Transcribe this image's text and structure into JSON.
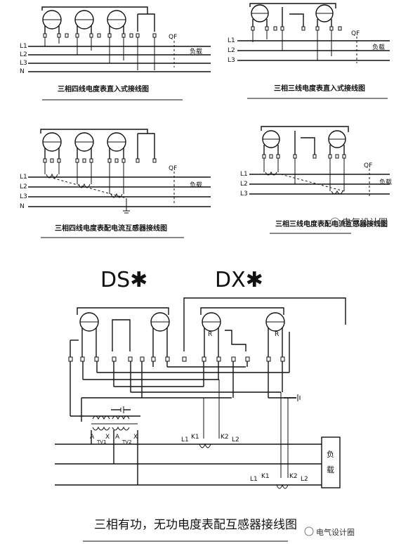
{
  "diagrams": [
    {
      "caption": "三相四线电度表直入式接线图",
      "lines": [
        "L1",
        "L2",
        "L3",
        "N"
      ],
      "breaker": "QF",
      "load": "负载"
    },
    {
      "caption": "三相三线电度表直入式接线图",
      "lines": [
        "L1",
        "L2",
        "L3"
      ],
      "breaker": "QF",
      "load": "负载"
    },
    {
      "caption": "三相四线电度表配电流互感器接线图",
      "lines": [
        "L1",
        "L2",
        "L3",
        "N"
      ],
      "breaker": "QF",
      "load": "负载"
    },
    {
      "caption": "三相三线电度表配电流互感器接线图",
      "lines": [
        "L1",
        "L2",
        "L3"
      ],
      "breaker": "QF",
      "load": "负载"
    },
    {
      "caption": "三相有功，无功电度表配互感器接线图",
      "meter_active": "DS✱",
      "meter_reactive": "DX✱",
      "pt_labels": [
        "A",
        "X",
        "A",
        "X"
      ],
      "tv_labels": [
        "TV1",
        "TV2"
      ],
      "ct_top": [
        "L1",
        "K1",
        "K2",
        "L2"
      ],
      "ct_bottom": [
        "L1",
        "K1",
        "K2",
        "L2"
      ],
      "load": [
        "负",
        "载"
      ],
      "reactive_mark": "R"
    }
  ],
  "watermarks": [
    "电气设计圈",
    "电气设计圈"
  ]
}
